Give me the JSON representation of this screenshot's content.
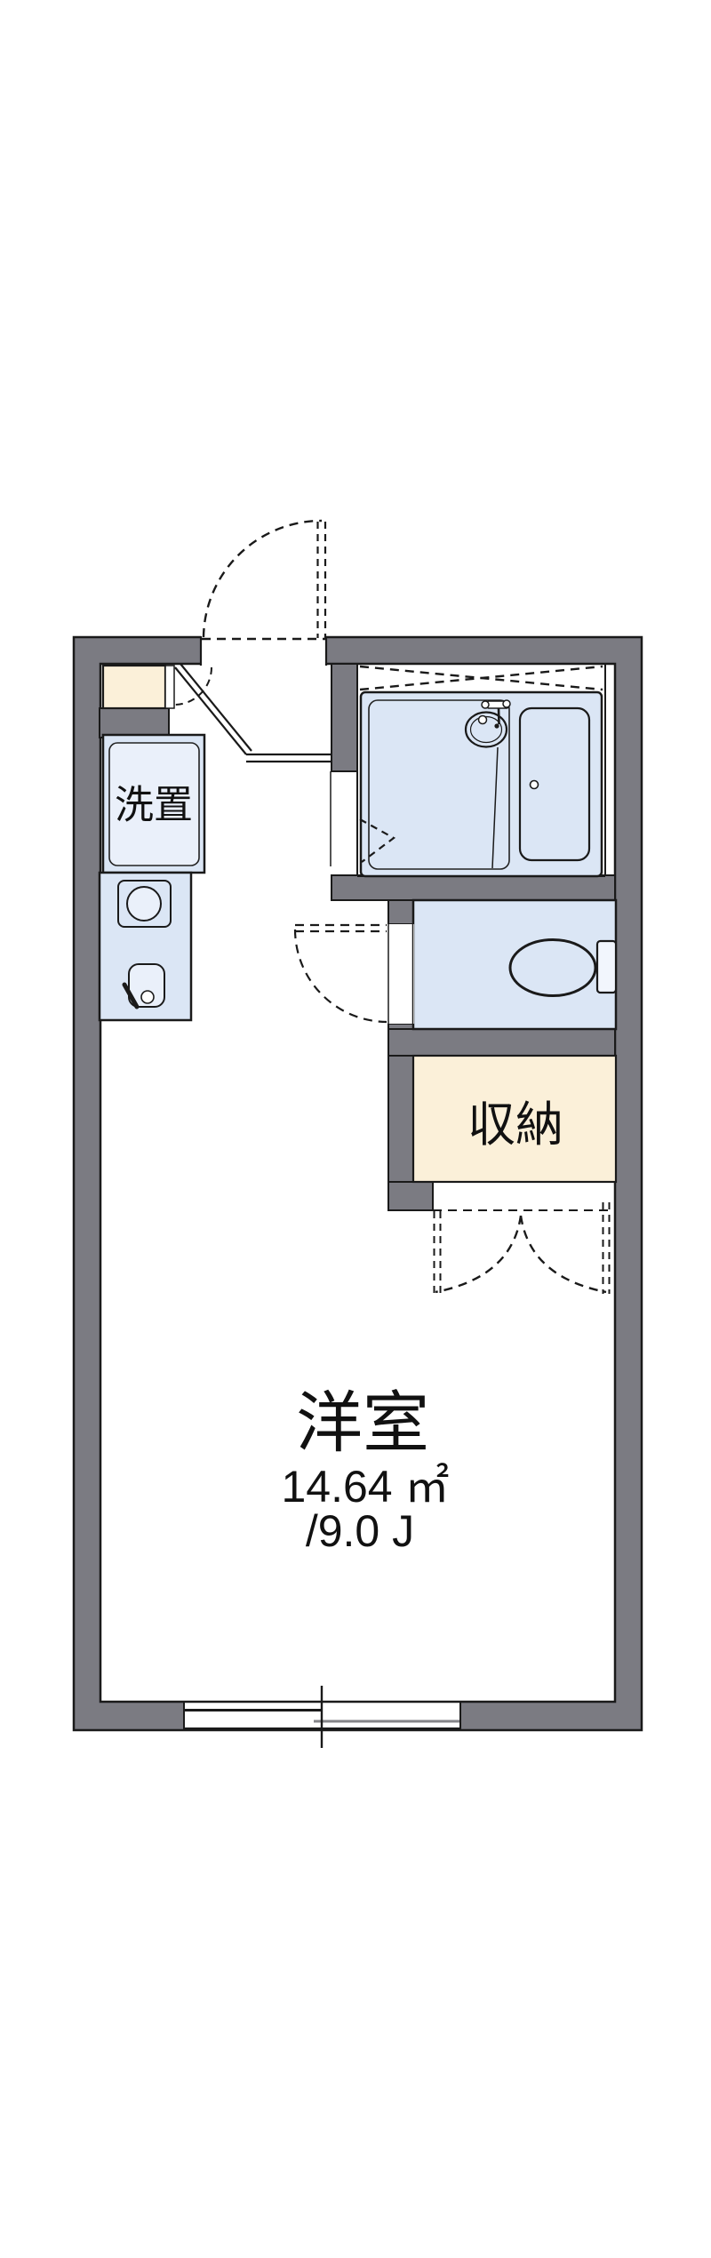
{
  "floorplan": {
    "labels": {
      "washer_space": "洗置",
      "storage": "収納",
      "main_room": "洋室",
      "area_sqm": "14.64 ㎡",
      "area_tatami": "/9.0 J"
    },
    "colors": {
      "wall": "#7b7b82",
      "fixture_fill": "#dbe6f5",
      "fixture_fill_light": "#eaf0fa",
      "accent_beige": "#fbf0d9",
      "line": "#1a1a1a",
      "line_soft": "#858589",
      "background": "#ffffff"
    }
  }
}
